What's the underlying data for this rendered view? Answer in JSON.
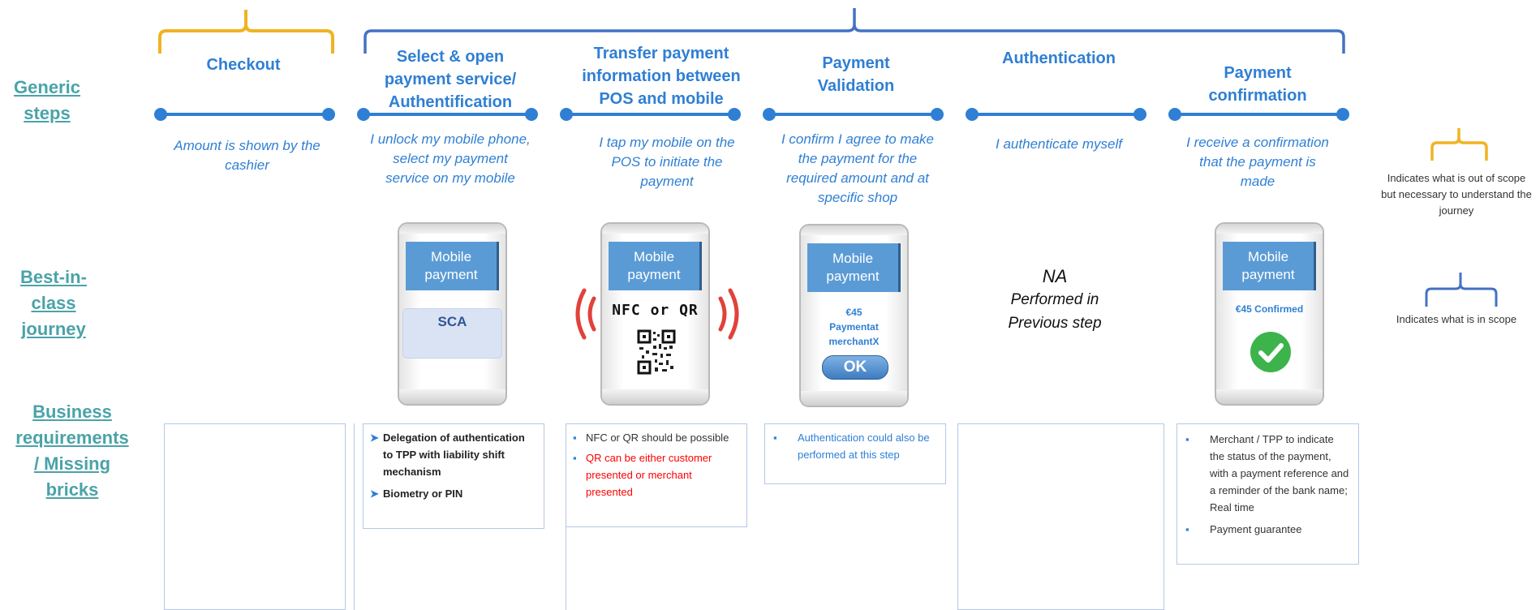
{
  "row_labels": {
    "generic": [
      "Generic",
      "steps"
    ],
    "best": [
      "Best-in-class",
      "journey"
    ],
    "business": [
      "Business",
      "requirements",
      "/ Missing",
      "bricks"
    ]
  },
  "steps": [
    {
      "title": "Checkout",
      "desc": "Amount is shown by the cashier"
    },
    {
      "title": "Select & open payment service/ Authentification",
      "desc": "I unlock my mobile phone, select my payment service on my mobile"
    },
    {
      "title": "Transfer payment information between POS and mobile",
      "desc": "I tap my mobile on the POS to initiate the payment"
    },
    {
      "title": "Payment Validation",
      "desc": "I confirm I agree to make the payment for the required amount and at specific shop"
    },
    {
      "title": "Authentication",
      "desc": "I authenticate myself"
    },
    {
      "title": "Payment confirmation",
      "desc": "I receive a confirmation that the payment is made"
    }
  ],
  "phones": {
    "header_line1": "Mobile",
    "header_line2": "payment",
    "sca_label": "SCA",
    "nfc_label": "NFC or QR",
    "validation_lines": [
      "€45",
      "Paymentat",
      "merchantX"
    ],
    "ok_label": "OK",
    "confirmed_label": "€45 Confirmed"
  },
  "na_block": [
    "NA",
    "Performed in",
    "Previous step"
  ],
  "requirements": {
    "select": [
      {
        "text": "Delegation of authentication to TPP with liability shift mechanism"
      },
      {
        "text": "Biometry or PIN"
      }
    ],
    "transfer": [
      {
        "text": "NFC or QR should be possible",
        "color": "#333333"
      },
      {
        "text": "QR can be either customer presented or merchant presented",
        "color": "#ff0000"
      }
    ],
    "validation": [
      {
        "text": "Authentication  could also be performed at this step"
      }
    ],
    "confirmation": [
      {
        "text": "Merchant / TPP to indicate the status of the payment, with a payment reference and a reminder of the bank name; Real time"
      },
      {
        "text": "Payment guarantee"
      }
    ]
  },
  "legend": {
    "out_of_scope": "Indicates what is out of scope but necessary to understand the journey",
    "in_scope": "Indicates what is in scope"
  },
  "colors": {
    "teal_label": "#4aa3a8",
    "blue_step": "#2f7fd4",
    "gold_bracket": "#f0b323",
    "blue_bracket": "#4472c4",
    "phone_header": "#5b9bd5",
    "nfc_wave": "#e0423a",
    "check_green": "#3cb44b"
  }
}
